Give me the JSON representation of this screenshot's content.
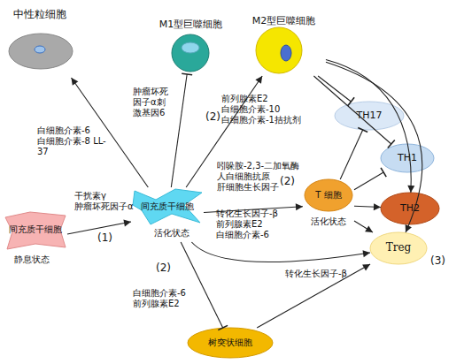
{
  "diagram": {
    "nodes": [
      {
        "text": [
          "中性粒细胞"
        ]
      },
      {
        "text": [
          "M1型巨噬细胞"
        ]
      },
      {
        "text": [
          "M2型巨噬细胞"
        ]
      },
      {
        "text": [
          "TH17"
        ]
      },
      {
        "text": [
          "TH1"
        ]
      },
      {
        "text": [
          "间充质干细胞",
          "静息状态"
        ]
      },
      {
        "text": [
          "间充质干细胞",
          "活化状态"
        ]
      },
      {
        "text": [
          "T 细胞",
          "活化状态"
        ]
      },
      {
        "text": [
          "TH2"
        ]
      },
      {
        "text": [
          "Treg"
        ]
      },
      {
        "text": [
          "树突状细胞"
        ]
      }
    ],
    "edges": [
      {
        "from": 5,
        "to": 6,
        "label": "干扰素γ 肿瘤坏死因子α",
        "arrow": "to"
      },
      {
        "from": 6,
        "to": 0,
        "label": "白细胞介素-6 白细胞介素-8 LL-37",
        "arrow": "to"
      },
      {
        "from": 6,
        "to": 1,
        "label": "肿瘤坏死 因子α刺 激基因6",
        "arrow": "to"
      },
      {
        "from": 6,
        "to": 2,
        "label": "前列腺素E2 白细胞介素-10 白细胞介素-1拮抗剂",
        "arrow": "to"
      },
      {
        "from": 6,
        "to": 7,
        "label": "吲哚胺-2,3-二加氧酶 人白细胞抗原 肝细胞生长因子",
        "arrow": "to"
      },
      {
        "from": 6,
        "to": 9,
        "label": "转化生长因子-β 前列腺素E2 白细胞介素-6",
        "arrow": "to"
      },
      {
        "from": 6,
        "to": 10,
        "label": "白细胞介素-6 前列腺素E2",
        "arrow": "to"
      },
      {
        "from": 10,
        "to": 9,
        "label": "转化生长因子-β",
        "arrow": "to"
      },
      {
        "from": 2,
        "to": 3,
        "arrow": "to"
      },
      {
        "from": 2,
        "to": 4,
        "arrow": "to"
      },
      {
        "from": 2,
        "to": 8,
        "arrow": "to"
      },
      {
        "from": 2,
        "to": 9,
        "arrow": "to"
      },
      {
        "from": 7,
        "to": 3,
        "arrow": "to"
      },
      {
        "from": 7,
        "to": 4,
        "arrow": "to"
      },
      {
        "from": 7,
        "to": 8,
        "arrow": "to"
      },
      {
        "from": 7,
        "to": 9,
        "arrow": "to"
      }
    ],
    "labels": [
      "(1)",
      "(2)",
      "(2)",
      "(2)",
      "(3)"
    ]
  }
}
